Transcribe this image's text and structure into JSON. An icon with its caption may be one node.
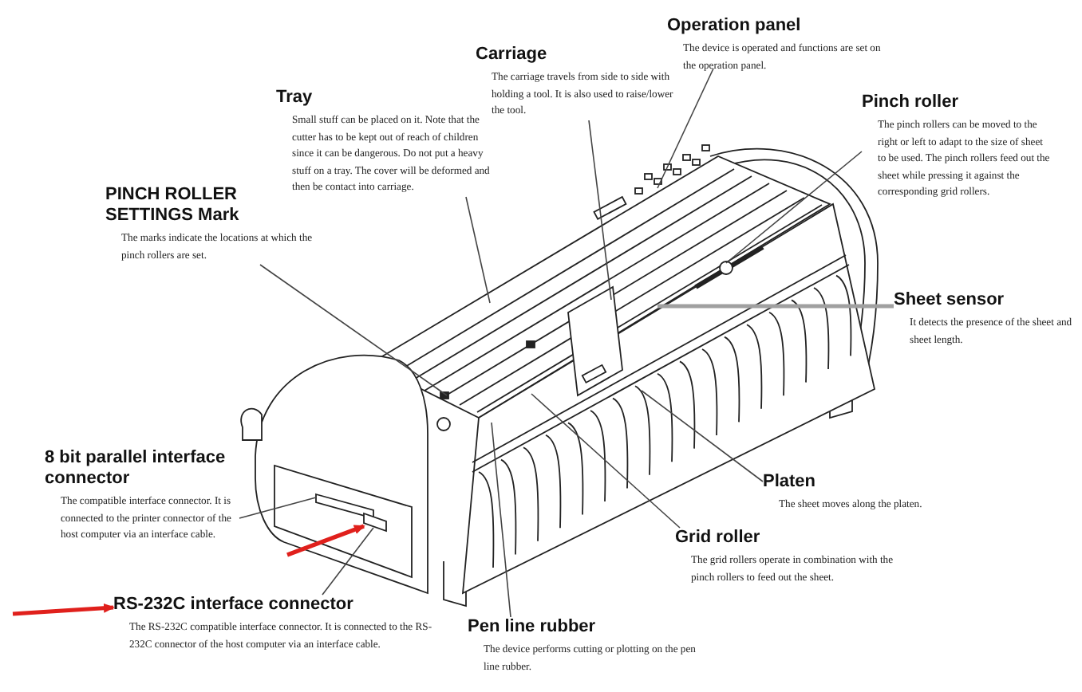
{
  "diagram": {
    "nodes": [
      {
        "text": [
          "Operation panel",
          "The device is operated and functions are set on the operation panel."
        ]
      },
      {
        "text": [
          "Carriage",
          "The carriage travels from side to side with holding a tool. It is also used to raise/lower the tool."
        ]
      },
      {
        "text": [
          "Tray",
          "Small stuff can be placed on it. Note that the cutter has to be kept out of reach of children since it can be dangerous. Do not put a heavy stuff on a tray. The cover will be deformed and then be contact into carriage."
        ]
      },
      {
        "text": [
          "Pinch roller",
          "The pinch rollers can be moved to the right or left to adapt to the size of sheet to be used. The pinch rollers feed out the sheet while pressing it against the corresponding grid rollers."
        ]
      },
      {
        "text": [
          "PINCH ROLLER SETTINGS Mark",
          "The marks indicate the locations at which the pinch rollers are set."
        ]
      },
      {
        "text": [
          "Sheet sensor",
          "It detects the presence of the sheet and sheet length."
        ]
      },
      {
        "text": [
          "8 bit parallel interface connector",
          "The compatible interface connector. It is connected to the printer connector of the host computer via an interface cable."
        ]
      },
      {
        "text": [
          "Platen",
          "The sheet moves along the platen."
        ]
      },
      {
        "text": [
          "Grid roller",
          "The grid rollers operate in combination with the pinch rollers to feed out the sheet."
        ]
      },
      {
        "text": [
          "RS-232C interface connector",
          "The RS-232C compatible interface connector. It is connected to the RS-232C connector of the host computer via an interface cable."
        ]
      },
      {
        "text": [
          "Pen line rubber",
          "The device performs cutting or plotting on the pen line rubber."
        ]
      },
      {
        "text": [],
        "shape": "box"
      },
      {
        "text": [],
        "shape": "box"
      }
    ],
    "edges": [
      {
        "from": 0,
        "to": null,
        "arrow": "none"
      },
      {
        "from": 1,
        "to": null,
        "arrow": "none"
      },
      {
        "from": 2,
        "to": null,
        "arrow": "none"
      },
      {
        "from": 3,
        "to": null,
        "arrow": "none"
      },
      {
        "from": 4,
        "to": null,
        "arrow": "none"
      },
      {
        "from": 5,
        "to": null,
        "arrow": "none",
        "style": "thick",
        "color": "#a0a0a0"
      },
      {
        "from": 6,
        "to": 11,
        "arrow": "none"
      },
      {
        "from": 7,
        "to": null,
        "arrow": "none"
      },
      {
        "from": 8,
        "to": null,
        "arrow": "none"
      },
      {
        "from": 9,
        "to": 12,
        "arrow": "none"
      },
      {
        "from": 10,
        "to": null,
        "arrow": "none"
      },
      {
        "from": null,
        "to": 12,
        "arrow": "to",
        "style": "thick",
        "color": "#e0201c"
      },
      {
        "from": null,
        "to": 9,
        "arrow": "to",
        "style": "thick",
        "color": "#e0201c"
      }
    ]
  }
}
